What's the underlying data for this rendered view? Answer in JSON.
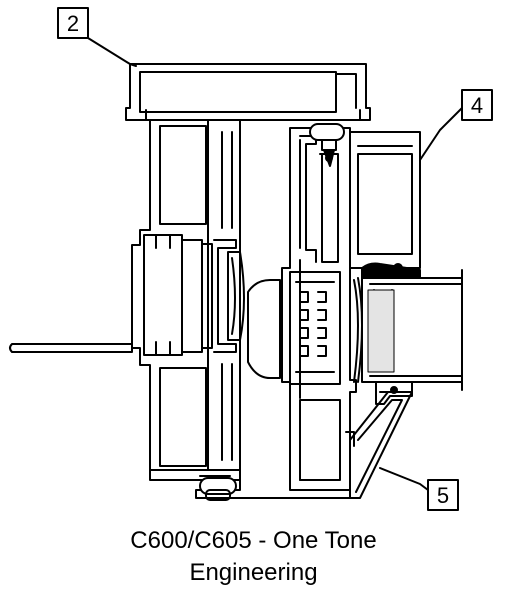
{
  "callouts": {
    "c2": "2",
    "c4": "4",
    "c5": "5"
  },
  "caption": {
    "line1": "C600/C605  - One Tone",
    "line2": "Engineering"
  },
  "colors": {
    "stroke": "#000000",
    "background": "#ffffff",
    "glass_tint": "#c8c8c8"
  }
}
